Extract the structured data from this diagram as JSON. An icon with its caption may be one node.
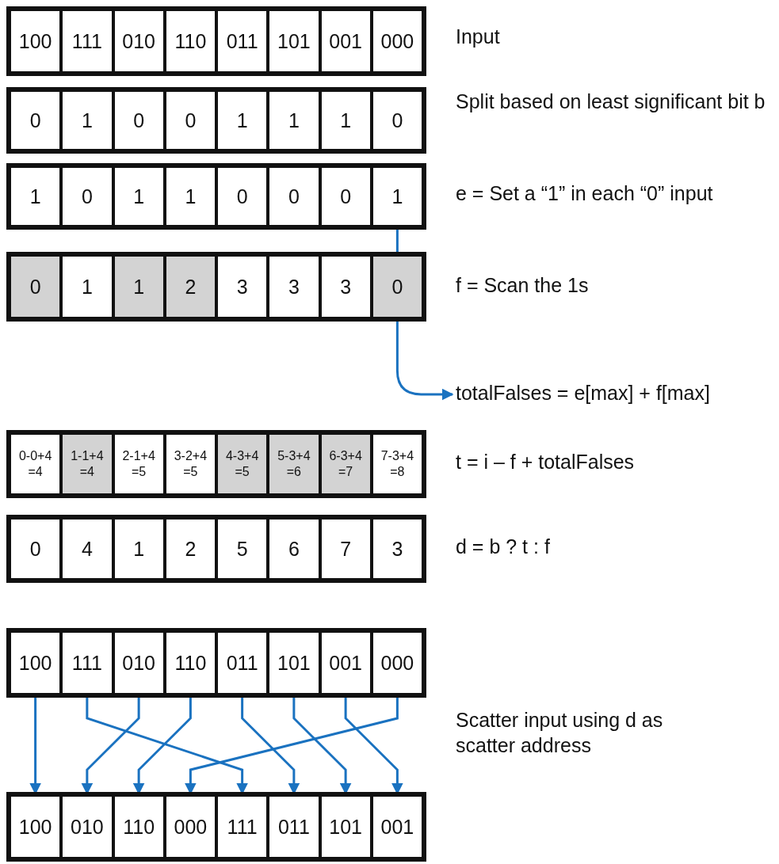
{
  "diagram": {
    "nodes": [
      {
        "text": [],
        "shape": "box",
        "beside": [
          "Input"
        ]
      },
      {
        "text": [
          "100"
        ],
        "in": 0
      },
      {
        "text": [
          "111"
        ],
        "in": 0
      },
      {
        "text": [
          "010"
        ],
        "in": 0
      },
      {
        "text": [
          "110"
        ],
        "in": 0
      },
      {
        "text": [
          "011"
        ],
        "in": 0
      },
      {
        "text": [
          "101"
        ],
        "in": 0
      },
      {
        "text": [
          "001"
        ],
        "in": 0
      },
      {
        "text": [
          "000"
        ],
        "in": 0
      },
      {
        "text": [],
        "shape": "box",
        "beside": [
          "Split based on least significant bit b"
        ]
      },
      {
        "text": [
          "0"
        ],
        "in": 9
      },
      {
        "text": [
          "1"
        ],
        "in": 9
      },
      {
        "text": [
          "0"
        ],
        "in": 9
      },
      {
        "text": [
          "0"
        ],
        "in": 9
      },
      {
        "text": [
          "1"
        ],
        "in": 9
      },
      {
        "text": [
          "1"
        ],
        "in": 9
      },
      {
        "text": [
          "1"
        ],
        "in": 9
      },
      {
        "text": [
          "0"
        ],
        "in": 9
      },
      {
        "text": [],
        "shape": "box",
        "beside": [
          "e = Set a “1” in each “0” input"
        ]
      },
      {
        "text": [
          "1"
        ],
        "in": 18
      },
      {
        "text": [
          "0"
        ],
        "in": 18
      },
      {
        "text": [
          "1"
        ],
        "in": 18
      },
      {
        "text": [
          "1"
        ],
        "in": 18
      },
      {
        "text": [
          "0"
        ],
        "in": 18
      },
      {
        "text": [
          "0"
        ],
        "in": 18
      },
      {
        "text": [
          "0"
        ],
        "in": 18
      },
      {
        "text": [
          "1"
        ],
        "in": 18
      },
      {
        "text": [],
        "shape": "box",
        "beside": [
          "f = Scan the 1s"
        ]
      },
      {
        "text": [
          "0"
        ],
        "in": 27
      },
      {
        "text": [
          "1"
        ],
        "in": 27
      },
      {
        "text": [
          "1"
        ],
        "in": 27
      },
      {
        "text": [
          "2"
        ],
        "in": 27
      },
      {
        "text": [
          "3"
        ],
        "in": 27
      },
      {
        "text": [
          "3"
        ],
        "in": 27
      },
      {
        "text": [
          "3"
        ],
        "in": 27
      },
      {
        "text": [
          "0"
        ],
        "in": 27
      },
      {
        "text": [
          "totalFalses = e[max] + f[max]"
        ]
      },
      {
        "text": [],
        "shape": "box",
        "beside": [
          "t = i – f + totalFalses"
        ]
      },
      {
        "text": [
          "0-0+4 =4"
        ],
        "in": 37
      },
      {
        "text": [
          "1-1+4 =4"
        ],
        "in": 37
      },
      {
        "text": [
          "2-1+4 =5"
        ],
        "in": 37
      },
      {
        "text": [
          "3-2+4 =5"
        ],
        "in": 37
      },
      {
        "text": [
          "4-3+4 =5"
        ],
        "in": 37
      },
      {
        "text": [
          "5-3+4 =6"
        ],
        "in": 37
      },
      {
        "text": [
          "6-3+4 =7"
        ],
        "in": 37
      },
      {
        "text": [
          "7-3+4 =8"
        ],
        "in": 37
      },
      {
        "text": [],
        "shape": "box",
        "beside": [
          "d = b ? t : f"
        ]
      },
      {
        "text": [
          "0"
        ],
        "in": 46
      },
      {
        "text": [
          "4"
        ],
        "in": 46
      },
      {
        "text": [
          "1"
        ],
        "in": 46
      },
      {
        "text": [
          "2"
        ],
        "in": 46
      },
      {
        "text": [
          "5"
        ],
        "in": 46
      },
      {
        "text": [
          "6"
        ],
        "in": 46
      },
      {
        "text": [
          "7"
        ],
        "in": 46
      },
      {
        "text": [
          "3"
        ],
        "in": 46
      },
      {
        "text": [],
        "shape": "box"
      },
      {
        "text": [
          "100"
        ],
        "in": 55
      },
      {
        "text": [
          "111"
        ],
        "in": 55
      },
      {
        "text": [
          "010"
        ],
        "in": 55
      },
      {
        "text": [
          "110"
        ],
        "in": 55
      },
      {
        "text": [
          "011"
        ],
        "in": 55
      },
      {
        "text": [
          "101"
        ],
        "in": 55
      },
      {
        "text": [
          "001"
        ],
        "in": 55
      },
      {
        "text": [
          "000"
        ],
        "in": 55
      },
      {
        "text": [],
        "shape": "box"
      },
      {
        "text": [
          "100"
        ],
        "in": 64
      },
      {
        "text": [
          "010"
        ],
        "in": 64
      },
      {
        "text": [
          "110"
        ],
        "in": 64
      },
      {
        "text": [
          "000"
        ],
        "in": 64
      },
      {
        "text": [
          "111"
        ],
        "in": 64
      },
      {
        "text": [
          "011"
        ],
        "in": 64
      },
      {
        "text": [
          "101"
        ],
        "in": 64
      },
      {
        "text": [
          "001"
        ],
        "in": 64
      }
    ],
    "edges": [
      {
        "from": 26,
        "to": 35,
        "arrow": "none"
      },
      {
        "from": 35,
        "to": 36,
        "arrow": "to"
      },
      {
        "from": 56,
        "to": 65,
        "arrow": "to"
      },
      {
        "from": 57,
        "to": 69,
        "arrow": "to"
      },
      {
        "from": 58,
        "to": 66,
        "arrow": "to"
      },
      {
        "from": 59,
        "to": 67,
        "arrow": "to"
      },
      {
        "from": 60,
        "to": 70,
        "arrow": "to"
      },
      {
        "from": 61,
        "to": 71,
        "arrow": "to"
      },
      {
        "from": 62,
        "to": 72,
        "arrow": "to"
      },
      {
        "from": 63,
        "to": 68,
        "arrow": "to"
      }
    ],
    "labels": [
      "Scatter input using d as scatter address"
    ]
  }
}
